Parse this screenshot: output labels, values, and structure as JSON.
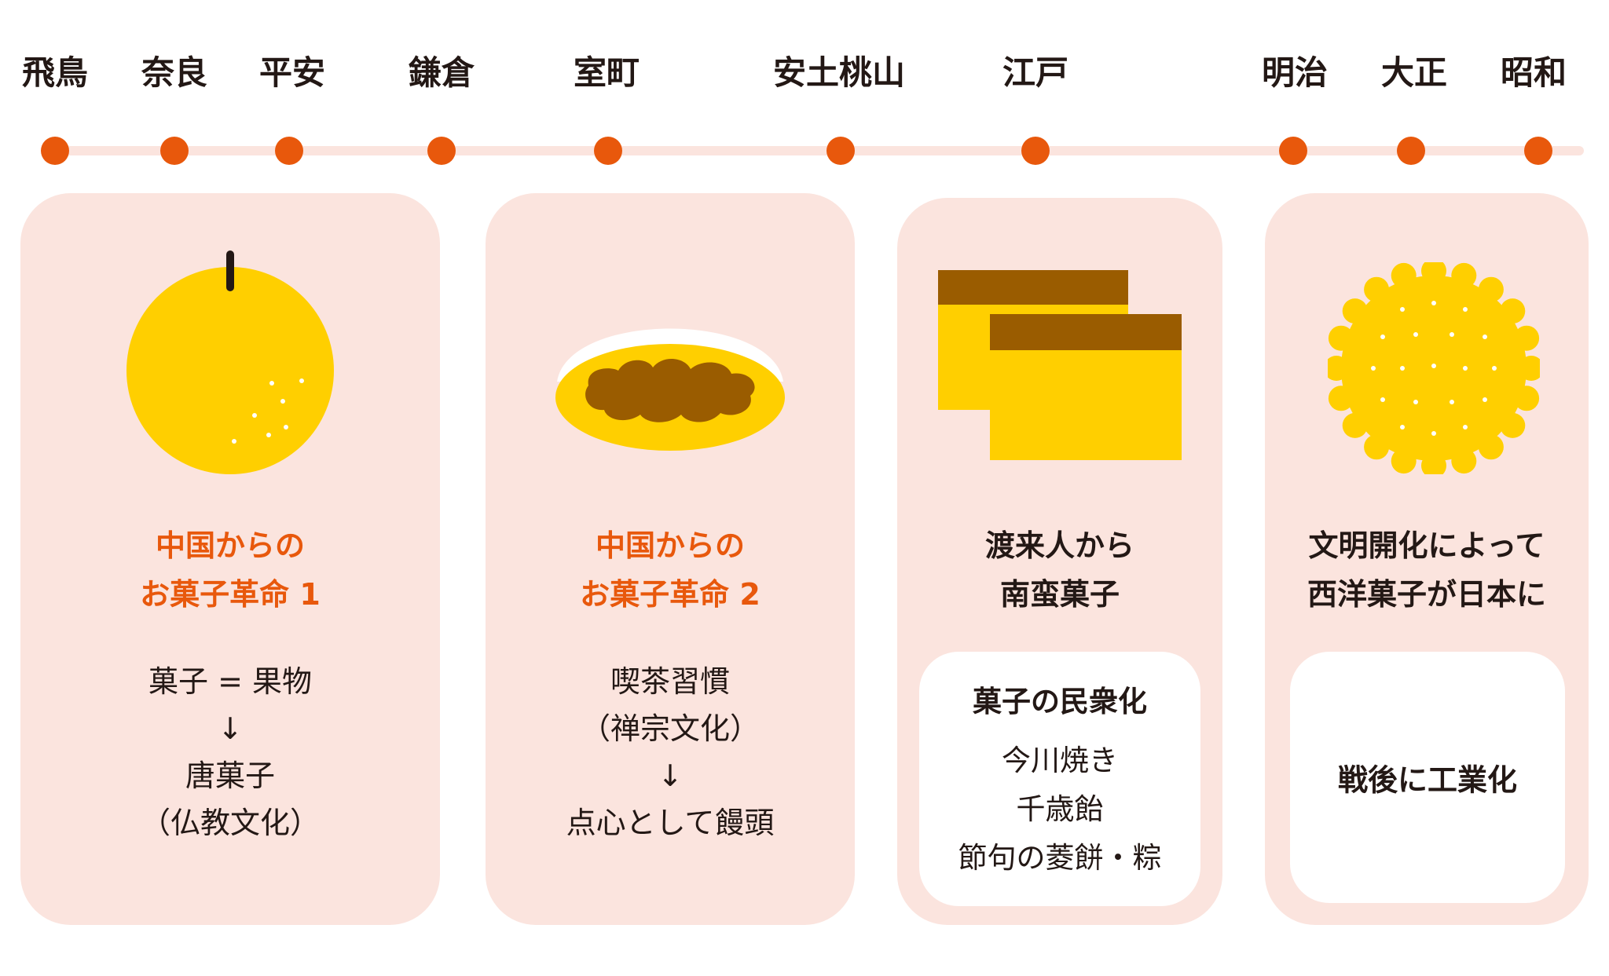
{
  "timeline": {
    "eras": [
      "飛鳥",
      "奈良",
      "平安",
      "鎌倉",
      "室町",
      "安土桃山",
      "江戸",
      "明治",
      "大正",
      "昭和"
    ]
  },
  "colors": {
    "accent": "#e8580c",
    "card_bg": "#fbe4de",
    "yellow": "#ffcf00",
    "brown": "#9a5c00"
  },
  "cards": [
    {
      "illustration": "yuzu-fruit-icon",
      "title": [
        "中国からの",
        "お菓子革命 1"
      ],
      "body": [
        "菓子 = 果物",
        "↓",
        "唐菓子",
        "（仏教文化）"
      ]
    },
    {
      "illustration": "manju-bun-icon",
      "title": [
        "中国からの",
        "お菓子革命 2"
      ],
      "body": [
        "喫茶習慣",
        "（禅宗文化）",
        "↓",
        "点心として饅頭"
      ]
    },
    {
      "illustration": "castella-cake-icon",
      "title": [
        "渡来人から",
        "南蛮菓子"
      ],
      "sub_title": "菓子の民衆化",
      "sub_items": [
        "今川焼き",
        "千歳飴",
        "節句の菱餅・粽"
      ]
    },
    {
      "illustration": "biscuit-icon",
      "title": [
        "文明開化によって",
        "西洋菓子が日本に"
      ],
      "sub_text": "戦後に工業化"
    }
  ]
}
